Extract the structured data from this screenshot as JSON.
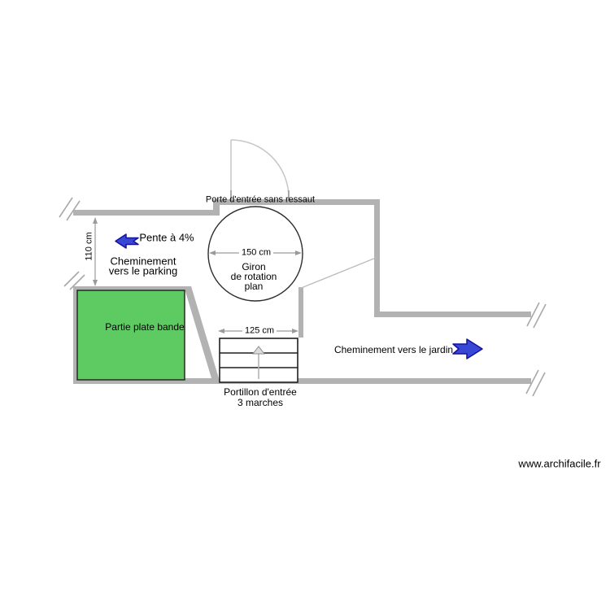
{
  "app": {
    "watermark": "www.archifacile.fr",
    "plan_type": "floor-plan-garden-access"
  },
  "colors": {
    "background": "#ffffff",
    "wall_gray": "#b2b2b2",
    "thin_line_gray": "#9a9a9a",
    "door_arc_gray": "#c6c6c6",
    "green_fill": "#5ecb62",
    "green_border": "#1f1f1f",
    "arrow_blue_fill": "#3947d6",
    "arrow_blue_outline": "#12129b",
    "stairs_outline": "#1f1f1f",
    "text": "#000000"
  },
  "labels": {
    "porte": "Porte d'entrée sans ressaut",
    "pente": "Pente à 4%",
    "chem_parking_line1": "Cheminement",
    "chem_parking_line2": "vers le parking",
    "partie": "Partie plate bande",
    "giron_line1": "Giron",
    "giron_line2": "de rotation",
    "giron_line3": "plan",
    "portillon_line1": "Portillon d'entrée",
    "portillon_line2": "3 marches",
    "chem_jardin": "Cheminement vers le jardin"
  },
  "dimensions": {
    "circle_diameter": "150 cm",
    "passage_width": "110 cm",
    "stairs_width": "125 cm"
  }
}
